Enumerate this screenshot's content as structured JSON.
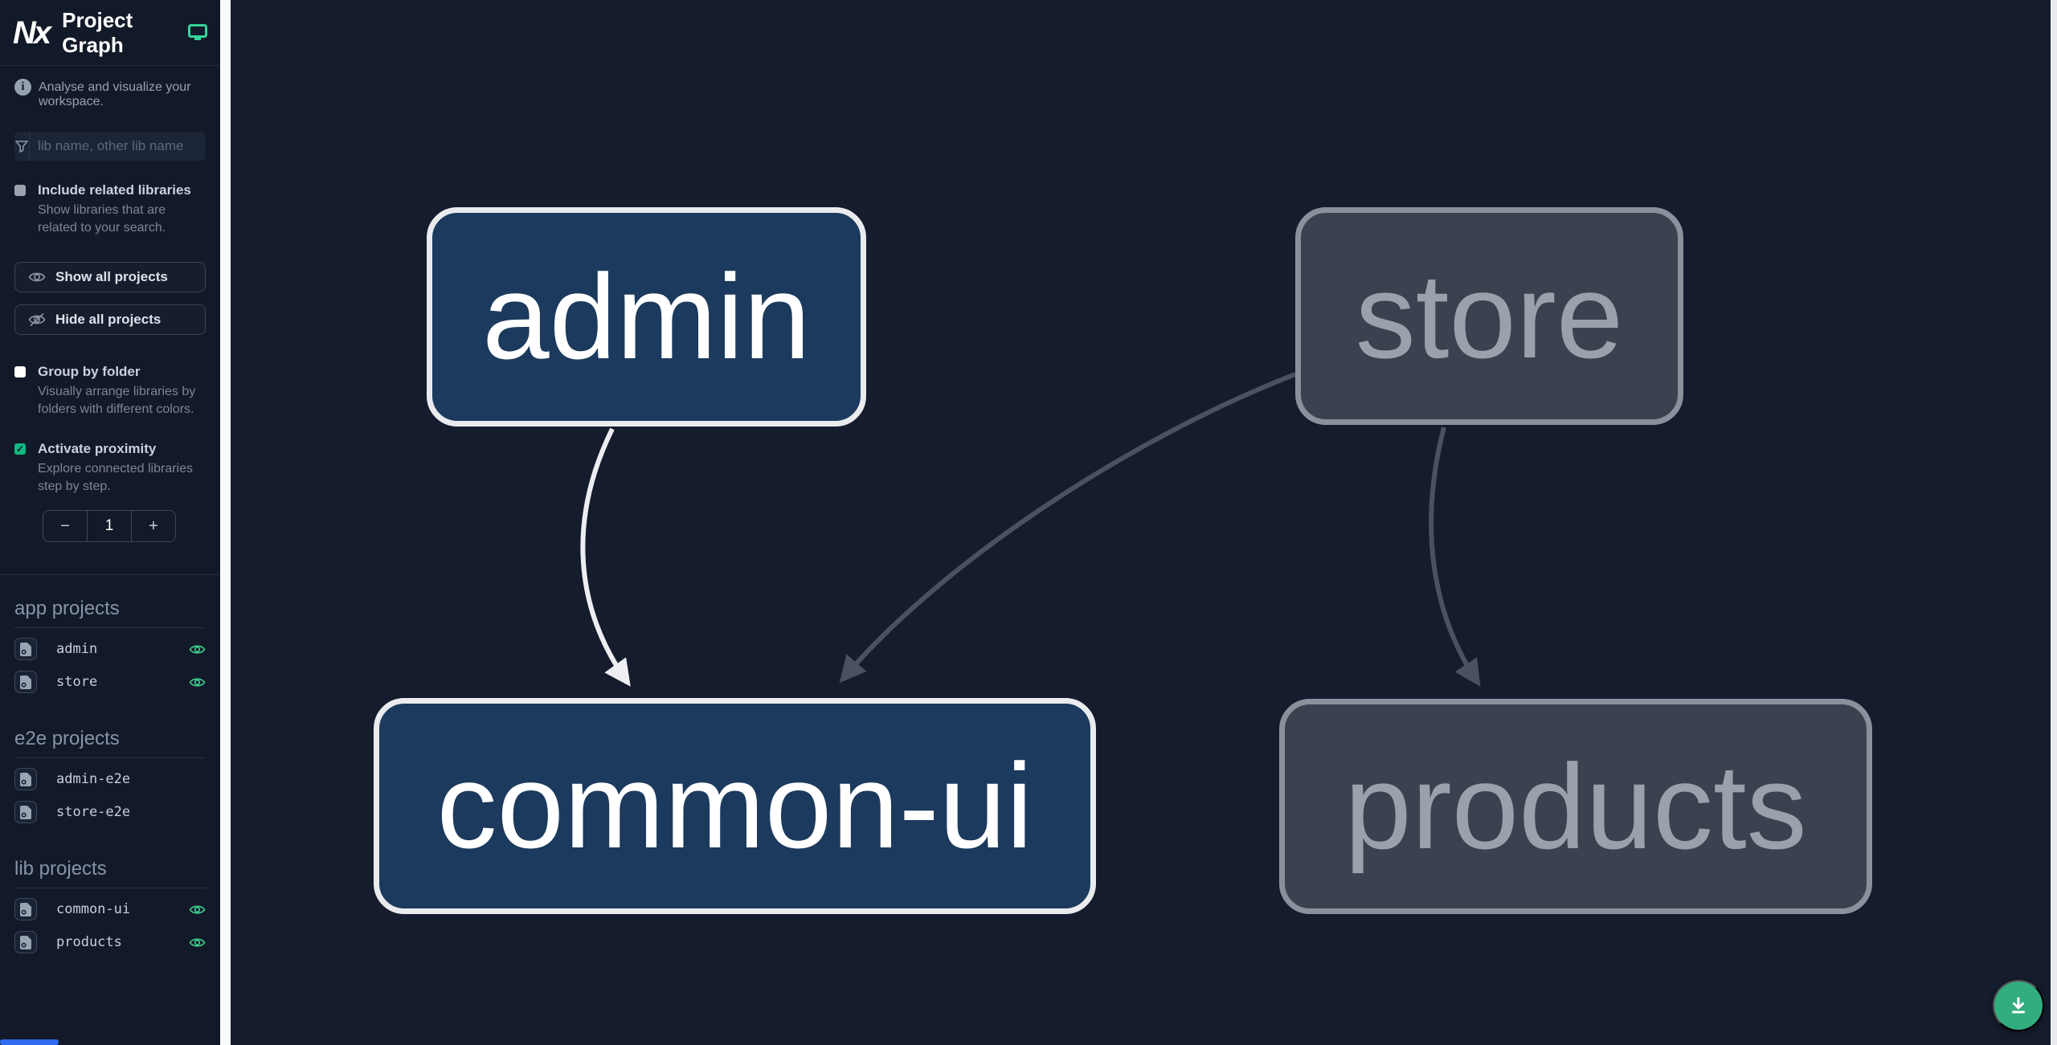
{
  "app": {
    "logo_text": "Nx",
    "title": "Project Graph",
    "subtitle": "Analyse and visualize your workspace."
  },
  "colors": {
    "sidebar_bg": "#121a29",
    "canvas_bg": "#141c2d",
    "accent_green": "#34d399",
    "checkbox_checked_green": "#10b981",
    "focused_node_fill": "#1b3a5d",
    "focused_node_border": "#e9ebee",
    "unfocused_node_fill": "#3a4250",
    "unfocused_node_border": "#8a919c",
    "edge_light": "#eceef1",
    "edge_dark": "#4a5262",
    "fab_green": "#32ad7f",
    "scroll_thumb_blue": "#2e6bf0"
  },
  "icons": {
    "logo": "nx-logo",
    "header_toggle": "monitor-icon",
    "info": "info-icon",
    "search": "filter-funnel-icon",
    "show_all": "eye-icon",
    "hide_all": "eye-slash-icon",
    "project_item": "project-file-icon",
    "visibility": "eye-icon",
    "fab": "download-icon"
  },
  "sidebar": {
    "search": {
      "placeholder": "lib name, other lib name",
      "value": ""
    },
    "options": [
      {
        "label": "Include related libraries",
        "description": "Show libraries that are related to your search.",
        "checked": false
      },
      {
        "label": "Group by folder",
        "description": "Visually arrange libraries by folders with different colors.",
        "checked": false
      },
      {
        "label": "Activate proximity",
        "description": "Explore connected libraries step by step.",
        "checked": true
      }
    ],
    "check_glyph": "✓",
    "buttons": [
      {
        "label": "Show all projects"
      },
      {
        "label": "Hide all projects"
      }
    ],
    "proximity_stepper": {
      "minus": "−",
      "value": "1",
      "plus": "+"
    },
    "sections": [
      {
        "label": "app projects",
        "items": [
          {
            "name": "admin",
            "visible": true
          },
          {
            "name": "store",
            "visible": true
          }
        ]
      },
      {
        "label": "e2e projects",
        "items": [
          {
            "name": "admin-e2e",
            "visible": false
          },
          {
            "name": "store-e2e",
            "visible": false
          }
        ]
      },
      {
        "label": "lib projects",
        "items": [
          {
            "name": "common-ui",
            "visible": true
          },
          {
            "name": "products",
            "visible": true
          }
        ]
      }
    ]
  },
  "graph": {
    "nodes": [
      {
        "id": "admin",
        "label": "admin",
        "state": "focused"
      },
      {
        "id": "store",
        "label": "store",
        "state": "unfocused"
      },
      {
        "id": "common-ui",
        "label": "common-ui",
        "state": "focused"
      },
      {
        "id": "products",
        "label": "products",
        "state": "unfocused"
      }
    ],
    "edges": [
      {
        "from": "admin",
        "to": "common-ui",
        "style": "light"
      },
      {
        "from": "store",
        "to": "common-ui",
        "style": "dark"
      },
      {
        "from": "store",
        "to": "products",
        "style": "dark"
      }
    ]
  }
}
